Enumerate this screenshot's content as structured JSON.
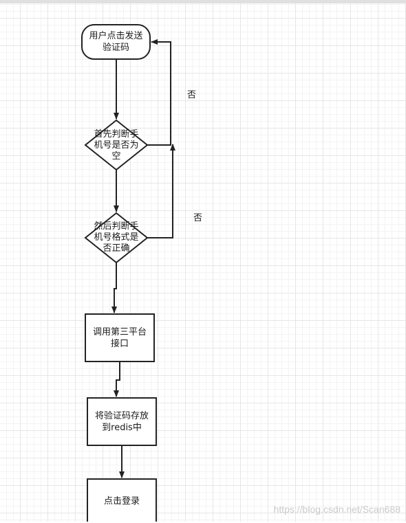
{
  "nodes": {
    "start": "用户点击发送\n验证码",
    "check_empty": "首先判断手\n机号是否为\n空",
    "check_format": "然后判断手\n机号格式是\n否正确",
    "call_api": "调用第三平台\n接口",
    "store_code": "将验证码存放\n到redis中",
    "login": "点击登录"
  },
  "edges": {
    "no_label_1": "否",
    "no_label_2": "否"
  },
  "watermark": "https://blog.csdn.net/Scan688"
}
